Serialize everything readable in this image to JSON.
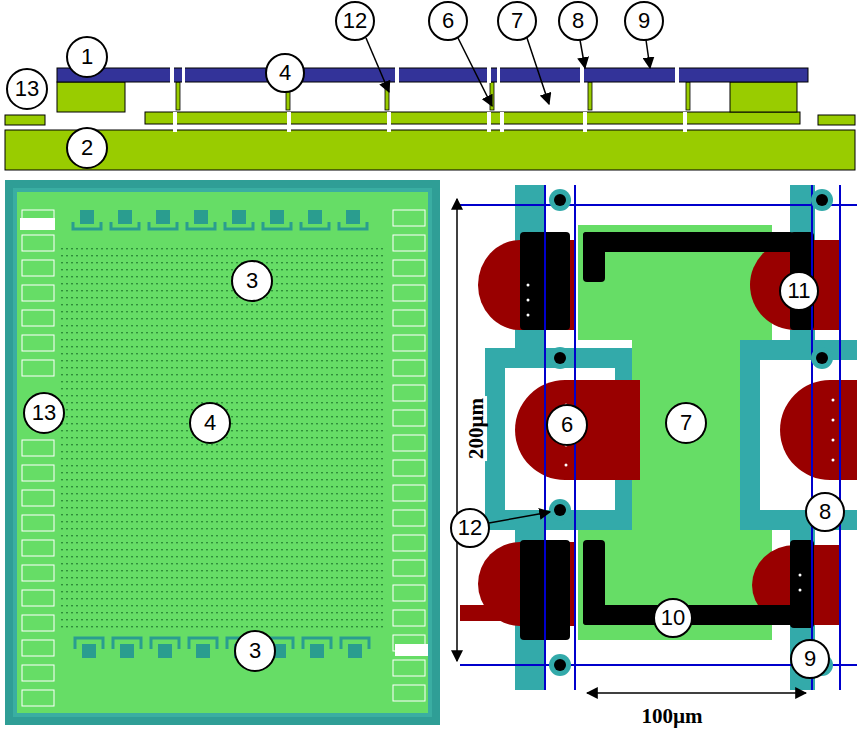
{
  "diagram": {
    "nodes": [
      {
        "text": [
          "12"
        ]
      },
      {
        "text": [
          "6"
        ]
      },
      {
        "text": [
          "7"
        ]
      },
      {
        "text": [
          "8"
        ]
      },
      {
        "text": [
          "9"
        ]
      },
      {
        "text": [
          "1"
        ]
      },
      {
        "text": [
          "4"
        ]
      },
      {
        "text": [
          "13"
        ]
      },
      {
        "text": [
          "2"
        ]
      },
      {
        "text": [
          "3"
        ]
      },
      {
        "text": [
          "11"
        ]
      },
      {
        "text": [
          "13"
        ]
      },
      {
        "text": [
          "4"
        ]
      },
      {
        "text": [
          "7"
        ]
      },
      {
        "text": [
          "6"
        ]
      },
      {
        "text": [
          "8"
        ]
      },
      {
        "text": [
          "12"
        ]
      },
      {
        "text": [
          "10"
        ]
      },
      {
        "text": [
          "3"
        ]
      },
      {
        "text": [
          "9"
        ]
      }
    ],
    "labels": [
      "200µm",
      "100µm"
    ]
  }
}
